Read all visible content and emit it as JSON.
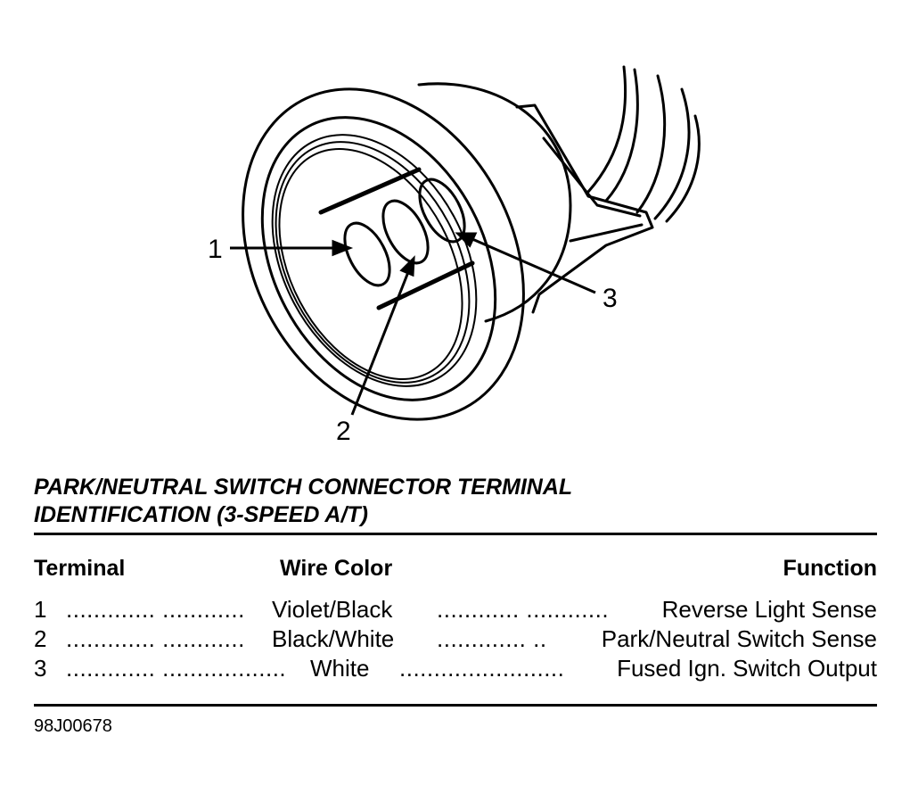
{
  "diagram": {
    "callouts": [
      "1",
      "2",
      "3"
    ]
  },
  "title": {
    "line1": "PARK/NEUTRAL SWITCH CONNECTOR TERMINAL",
    "line2": "IDENTIFICATION (3-SPEED A/T)"
  },
  "table": {
    "headers": {
      "terminal": "Terminal",
      "wire_color": "Wire Color",
      "function": "Function"
    },
    "rows": [
      {
        "terminal": "1",
        "dots1": "............. ............",
        "wire": "Violet/Black",
        "dots2": "............ ............",
        "function": "Reverse Light Sense"
      },
      {
        "terminal": "2",
        "dots1": "............. ............",
        "wire": "Black/White",
        "dots2": "............. ..",
        "function": "Park/Neutral Switch Sense"
      },
      {
        "terminal": "3",
        "dots1": "............. ..................",
        "wire": "White",
        "dots2": "........................",
        "function": "Fused Ign. Switch Output"
      }
    ]
  },
  "reference": "98J00678"
}
